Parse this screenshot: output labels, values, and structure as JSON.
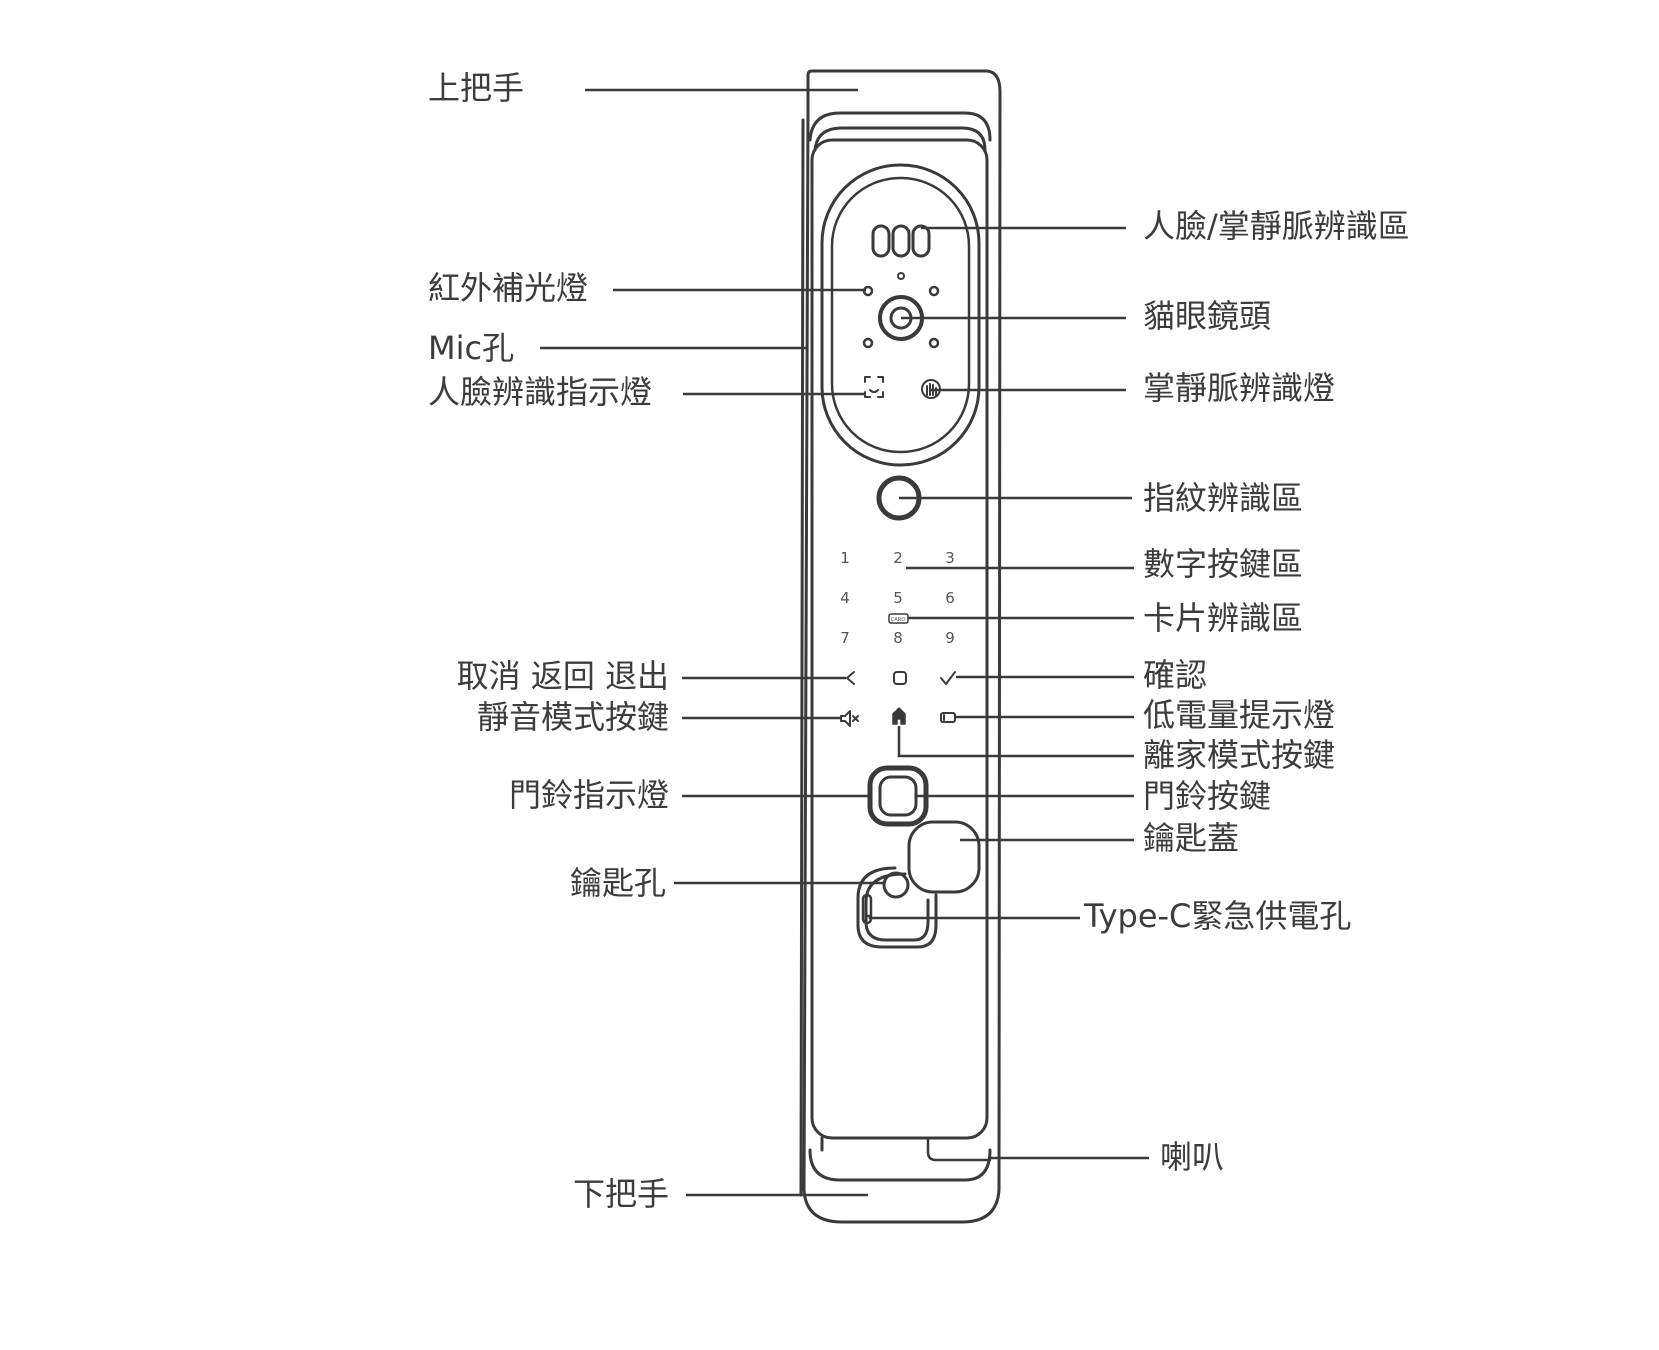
{
  "labels": {
    "upper_handle": "上把手",
    "ir_fill_light": "紅外補光燈",
    "mic_hole": "Mic孔",
    "face_indicator": "人臉辨識指示燈",
    "cancel_back_exit": "取消 返回 退出",
    "mute_key": "靜音模式按鍵",
    "doorbell_indicator": "門鈴指示燈",
    "keyhole": "鑰匙孔",
    "lower_handle": "下把手",
    "face_palm_area": "人臉/掌靜脈辨識區",
    "peephole_lens": "貓眼鏡頭",
    "palm_vein_light": "掌靜脈辨識燈",
    "fingerprint_area": "指紋辨識區",
    "keypad_area": "數字按鍵區",
    "card_area": "卡片辨識區",
    "confirm": "確認",
    "low_battery_light": "低電量提示燈",
    "away_mode_key": "離家模式按鍵",
    "doorbell_key": "門鈴按鍵",
    "key_cover": "鑰匙蓋",
    "typec_port": "Type-C緊急供電孔",
    "speaker": "喇叭"
  },
  "keypad": {
    "k1": "1",
    "k2": "2",
    "k3": "3",
    "k4": "4",
    "k5": "5",
    "k6": "6",
    "k7": "7",
    "k8": "8",
    "k9": "9",
    "card": "CARD"
  }
}
